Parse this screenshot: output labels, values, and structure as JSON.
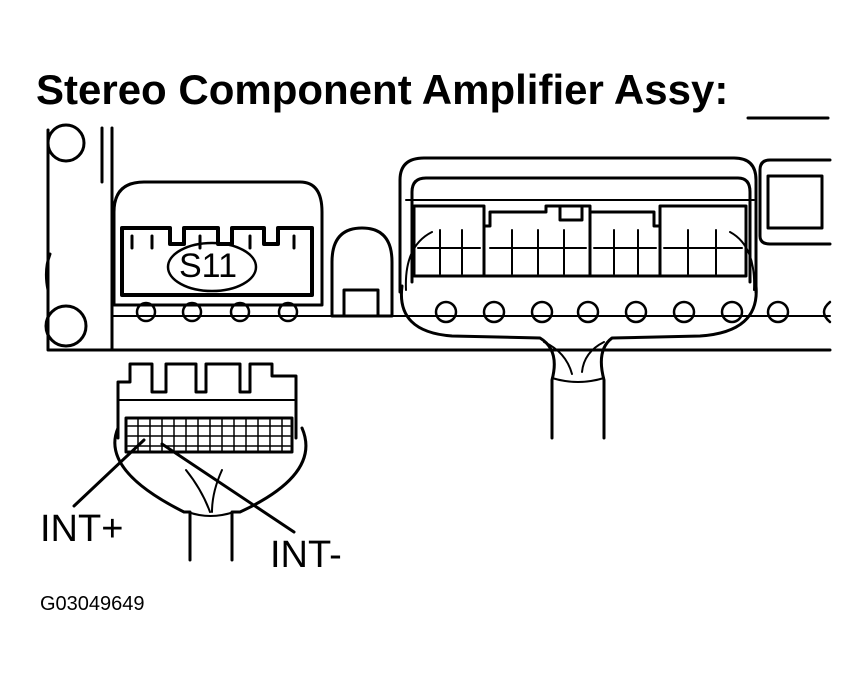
{
  "diagram": {
    "title": "Stereo Component Amplifier Assy:",
    "connector_id": "S11",
    "pin_labels": {
      "positive": "INT+",
      "negative": "INT-"
    },
    "figure_code": "G03049649"
  }
}
